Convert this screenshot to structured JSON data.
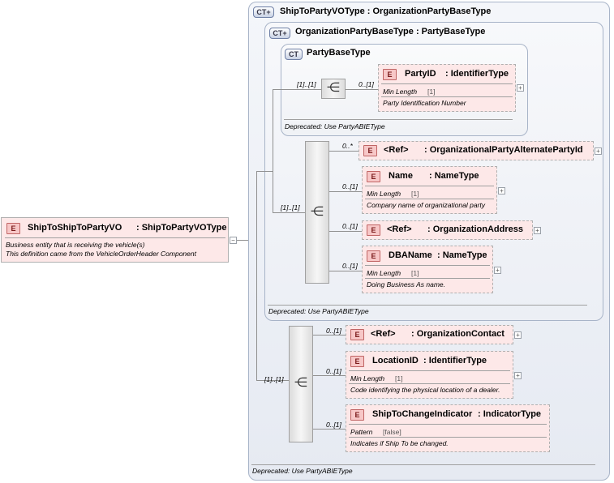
{
  "root": {
    "badge": "E",
    "name": "ShipToShipToPartyVO",
    "type": ": ShipToPartyVOType",
    "doc1": "Business entity that is receiving the vehicle(s)",
    "doc2": "This definition came from the VehicleOrderHeader Component",
    "collapse": "−"
  },
  "ct_outer": {
    "badge": "CT",
    "badge_sym": "+",
    "title": "ShipToPartyVOType : OrganizationPartyBaseType",
    "deprecated": "Deprecated: Use PartyABIEType"
  },
  "ct_middle": {
    "badge": "CT",
    "badge_sym": "+",
    "title": "OrganizationPartyBaseType : PartyBaseType",
    "deprecated": "Deprecated: Use PartyABIEType"
  },
  "ct_inner": {
    "badge": "CT",
    "title": "PartyBaseType",
    "deprecated": "Deprecated: Use PartyABIEType"
  },
  "sequences": {
    "seq1_card": "[1]..[1]",
    "seq2_card": "[1]..[1]",
    "seq3_card": "[1]..[1]"
  },
  "elements": {
    "party_id": {
      "card": "0..[1]",
      "badge": "E",
      "name": "PartyID",
      "type": ": IdentifierType",
      "facet": "Min Length",
      "facet_val": "[1]",
      "doc": "Party Identification Number"
    },
    "alt_party": {
      "card": "0..*",
      "badge": "E",
      "name": "<Ref>",
      "type": ": OrganizationalPartyAlternatePartyId"
    },
    "name": {
      "card": "0..[1]",
      "badge": "E",
      "name": "Name",
      "type": ": NameType",
      "facet": "Min Length",
      "facet_val": "[1]",
      "doc": "Company name of organizational party"
    },
    "address": {
      "card": "0..[1]",
      "badge": "E",
      "name": "<Ref>",
      "type": ": OrganizationAddress"
    },
    "dba": {
      "card": "0..[1]",
      "badge": "E",
      "name": "DBAName",
      "type": ": NameType",
      "facet": "Min Length",
      "facet_val": "[1]",
      "doc": "Doing Business As name."
    },
    "contact": {
      "card": "0..[1]",
      "badge": "E",
      "name": "<Ref>",
      "type": ": OrganizationContact"
    },
    "location": {
      "card": "0..[1]",
      "badge": "E",
      "name": "LocationID",
      "type": ": IdentifierType",
      "facet": "Min Length",
      "facet_val": "[1]",
      "doc": "Code identifying the physical location of a dealer."
    },
    "change": {
      "card": "0..[1]",
      "badge": "E",
      "name": "ShipToChangeIndicator",
      "type": ": IndicatorType",
      "facet": "Pattern",
      "facet_val": "[false]",
      "doc": "Indicates if Ship To be changed."
    }
  },
  "icons": {
    "expand": "+",
    "sequence": "sequence-icon"
  }
}
